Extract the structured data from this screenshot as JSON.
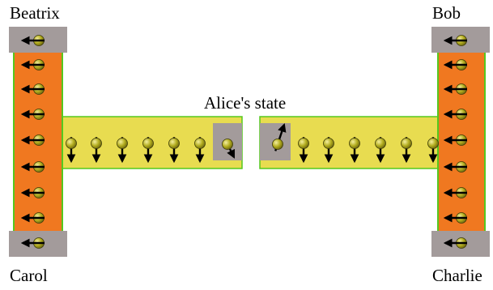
{
  "labels": {
    "top_left": "Beatrix",
    "top_right": "Bob",
    "bottom_left": "Carol",
    "bottom_right": "Charlie",
    "center": "Alice's state"
  },
  "colors": {
    "column_fill": "#f07820",
    "column_border": "#55c81e",
    "channel_fill": "#e8dc50",
    "cap_fill": "#a39b9b",
    "spin_ball": "#b3ad1e",
    "spin_ball_edge": "#3c3a08",
    "arrow": "#000000"
  },
  "icons": {
    "left_spin": "spin-left-icon",
    "down_spin": "spin-down-icon",
    "tilted_spin": "spin-tilted-icon"
  }
}
